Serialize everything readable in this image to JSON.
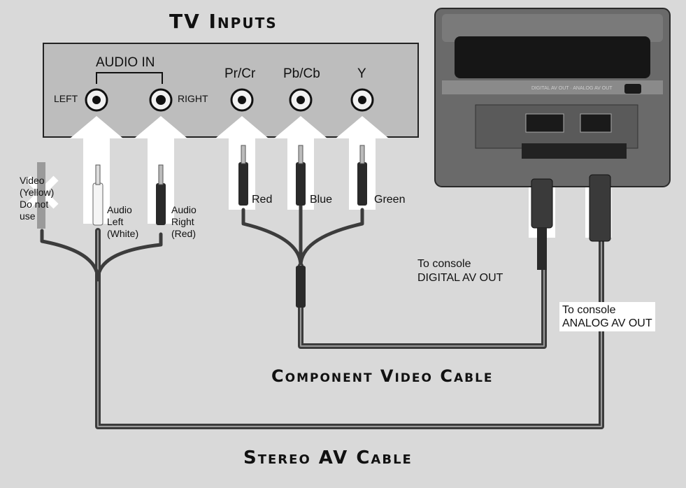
{
  "titles": {
    "tv_inputs": "TV Inputs",
    "component_cable": "Component Video Cable",
    "stereo_cable": "Stereo AV Cable"
  },
  "tv_panel": {
    "audio_in": "AUDIO IN",
    "left": "LEFT",
    "right": "RIGHT",
    "pr_cr": "Pr/Cr",
    "pb_cb": "Pb/Cb",
    "y": "Y"
  },
  "plugs": {
    "video_note": [
      "Video",
      "(Yellow)",
      "Do not",
      "use"
    ],
    "audio_left": [
      "Audio",
      "Left",
      "(White)"
    ],
    "audio_right": [
      "Audio",
      "Right",
      "(Red)"
    ],
    "red": "Red",
    "blue": "Blue",
    "green": "Green"
  },
  "console_labels": {
    "digital": [
      "To console",
      "DIGITAL AV OUT"
    ],
    "analog": [
      "To console",
      "ANALOG AV OUT"
    ]
  },
  "colors": {
    "background": "#d9d9d9",
    "panel": "#bdbdbd",
    "cable": "#4a4a4a",
    "arrow": "#ffffff",
    "console": "#5a5a5a"
  }
}
